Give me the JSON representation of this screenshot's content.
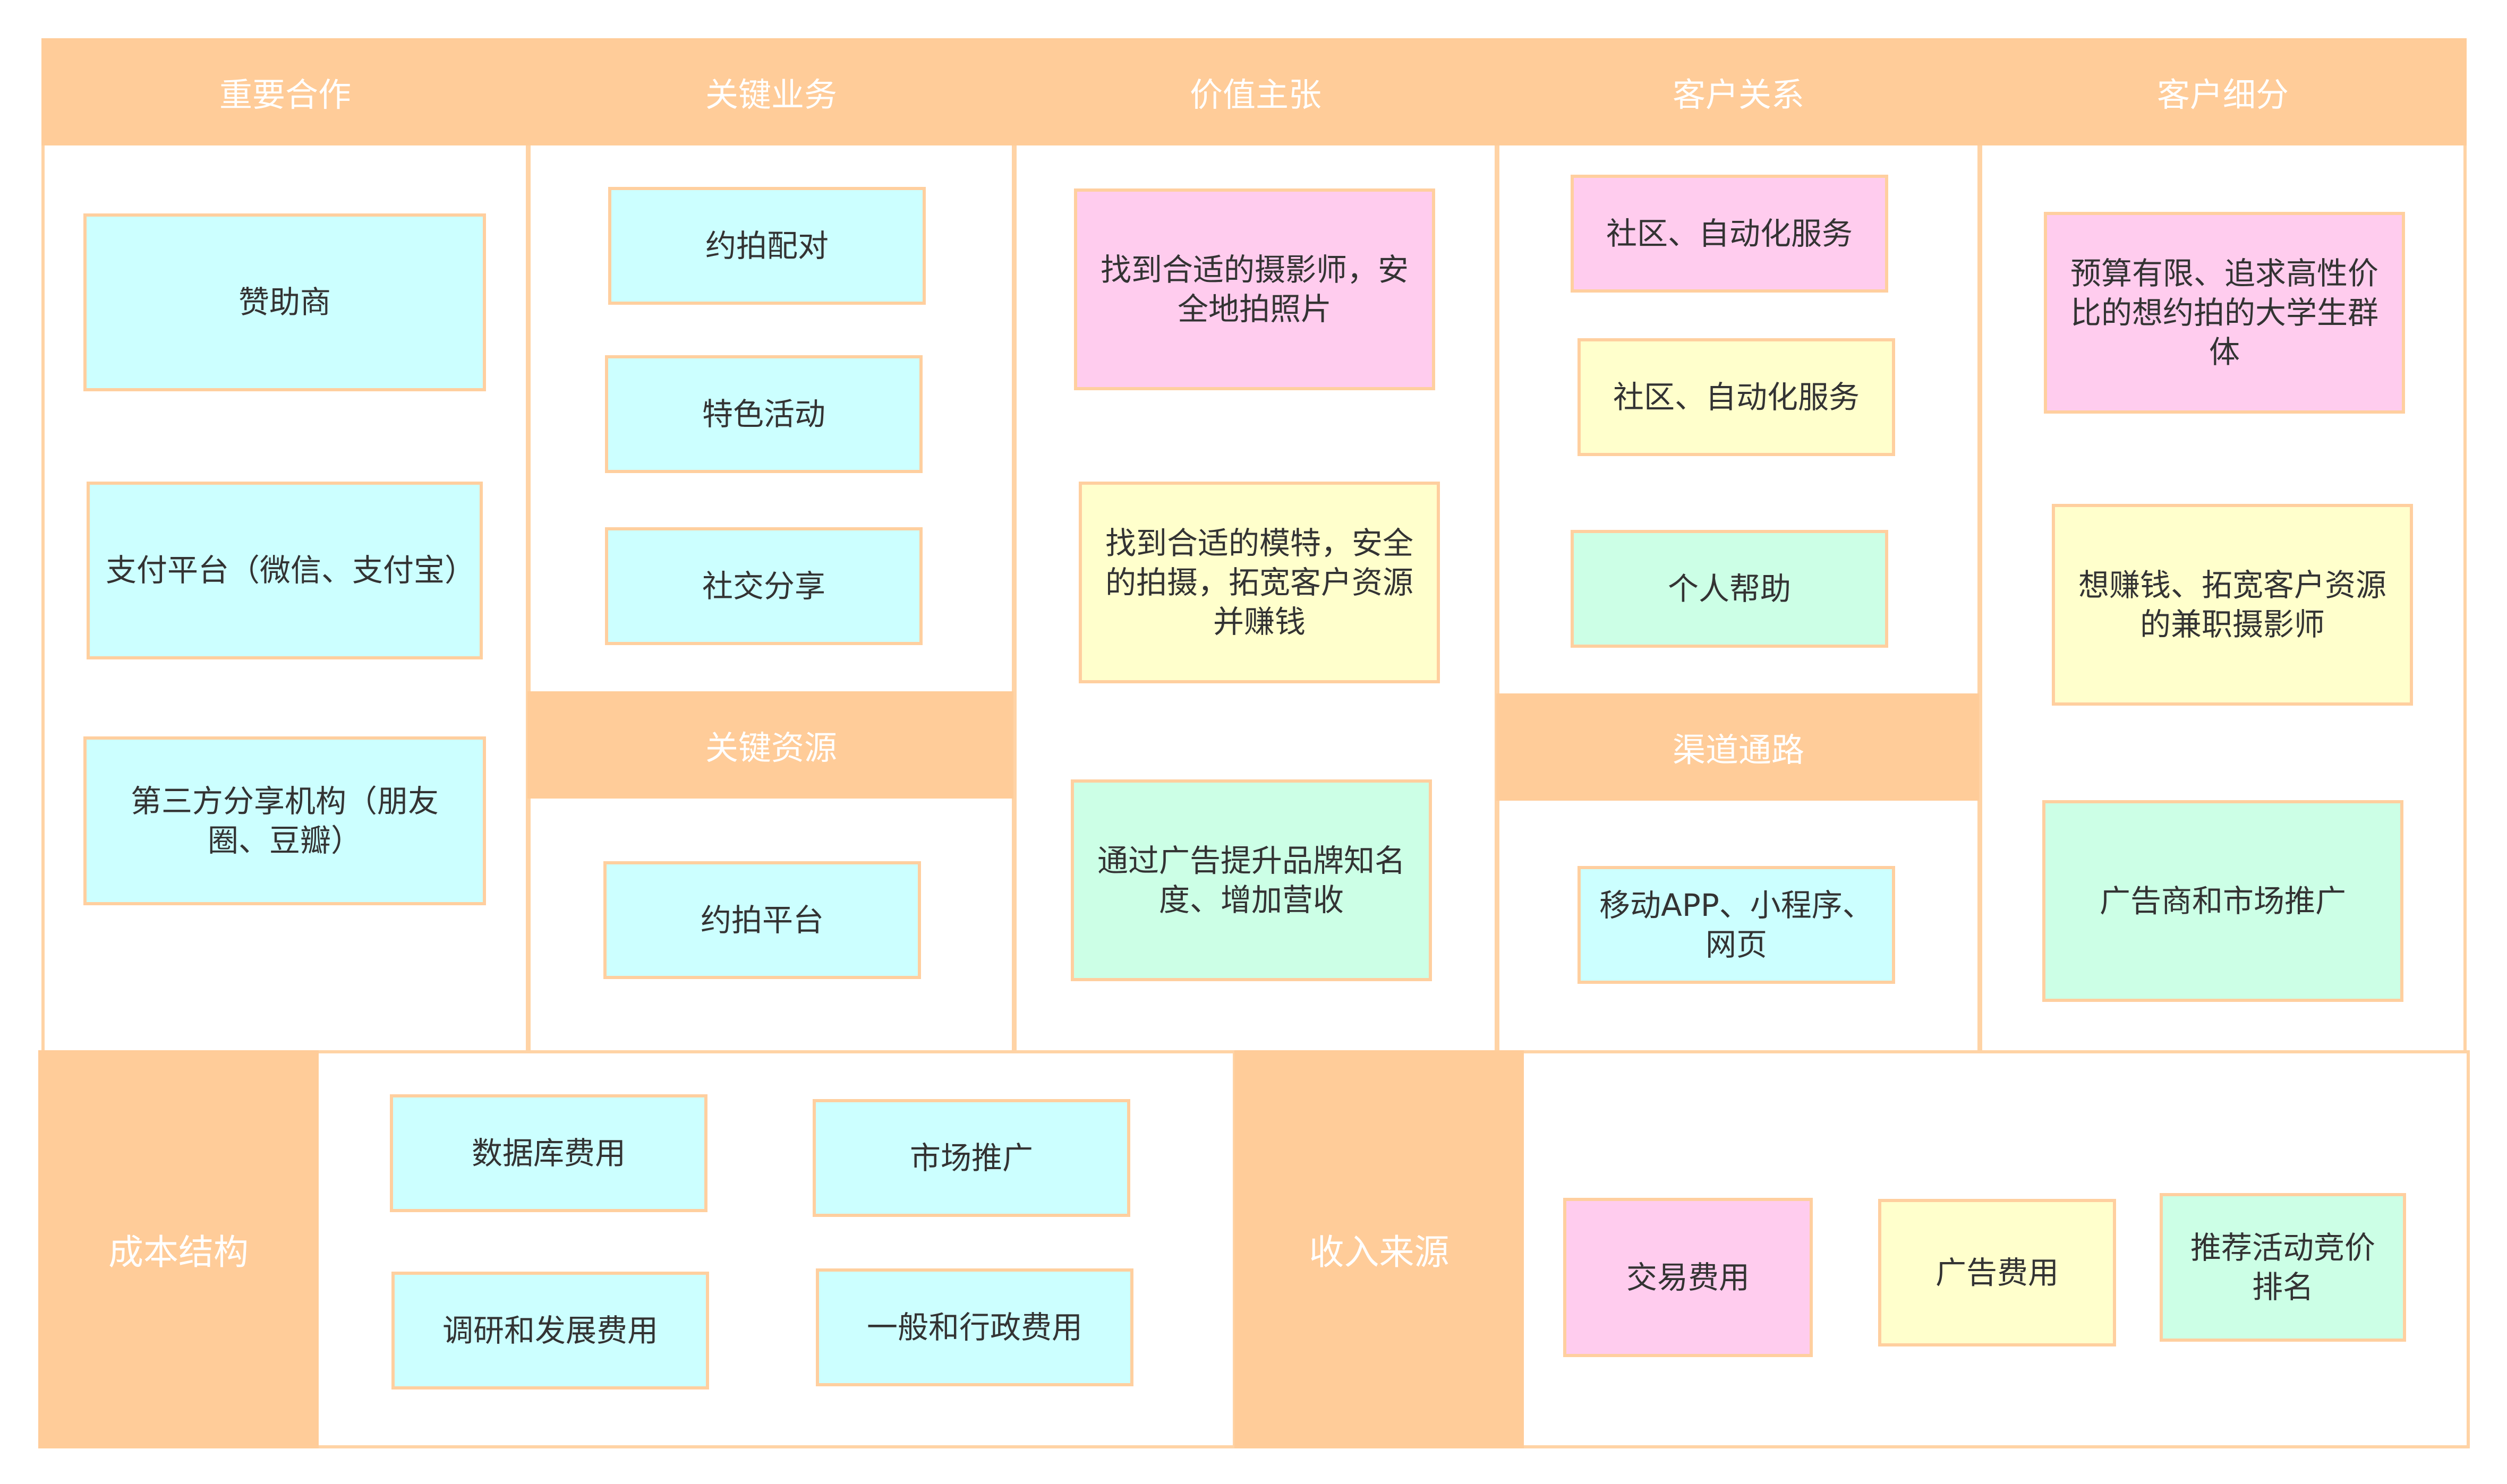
{
  "colors": {
    "header": "#ffcc99",
    "border": "#ffd3a5",
    "cyan": "#ccffff",
    "pink": "#ffccee",
    "yellow": "#ffffcc",
    "green": "#ccffe6"
  },
  "key_partners": {
    "title": "重要合作",
    "items": [
      "赞助商",
      "支付平台（微信、支付宝）",
      "第三方分享机构（朋友圈、豆瓣）"
    ]
  },
  "key_activities": {
    "title": "关键业务",
    "items": [
      "约拍配对",
      "特色活动",
      "社交分享"
    ]
  },
  "key_resources": {
    "title": "关键资源",
    "items": [
      "约拍平台"
    ]
  },
  "value_propositions": {
    "title": "价值主张",
    "items": [
      "找到合适的摄影师，安全地拍照片",
      "找到合适的模特，安全的拍摄，拓宽客户资源并赚钱",
      "通过广告提升品牌知名度、增加营收"
    ]
  },
  "customer_relationships": {
    "title": "客户关系",
    "items": [
      "社区、自动化服务",
      "社区、自动化服务",
      "个人帮助"
    ]
  },
  "channels": {
    "title": "渠道通路",
    "items": [
      "移动APP、小程序、网页"
    ]
  },
  "customer_segments": {
    "title": "客户细分",
    "items": [
      "预算有限、追求高性价比的想约拍的大学生群体",
      "想赚钱、拓宽客户资源的兼职摄影师",
      "广告商和市场推广"
    ]
  },
  "cost_structure": {
    "title": "成本结构",
    "items": [
      "数据库费用",
      "市场推广",
      "调研和发展费用",
      "一般和行政费用"
    ]
  },
  "revenue_streams": {
    "title": "收入来源",
    "items": [
      "交易费用",
      "广告费用",
      "推荐活动竞价排名"
    ]
  }
}
